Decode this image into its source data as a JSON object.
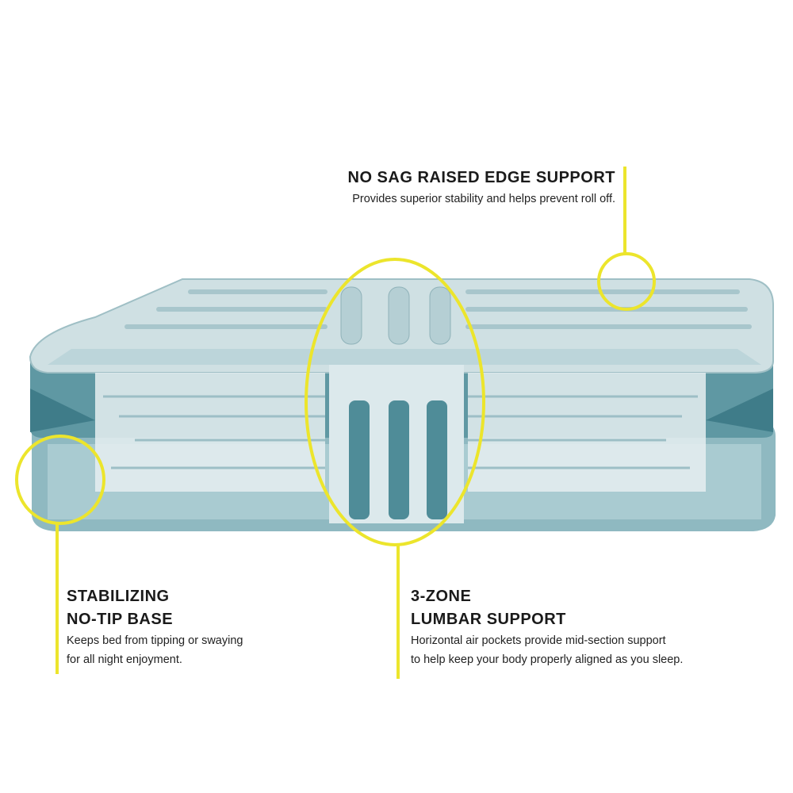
{
  "colors": {
    "highlight": "#ece52c",
    "mattress_top": "#cfe0e3",
    "mattress_side": "#5f98a3",
    "mattress_dark": "#3f7c89"
  },
  "callouts": [
    {
      "title_lines": [
        "NO SAG RAISED EDGE SUPPORT"
      ],
      "desc_lines": [
        "Provides superior stability and helps prevent roll off."
      ]
    },
    {
      "title_lines": [
        "STABILIZING",
        "NO-TIP BASE"
      ],
      "desc_lines": [
        "Keeps bed from tipping or swaying",
        "for all night enjoyment."
      ]
    },
    {
      "title_lines": [
        "3-ZONE",
        "LUMBAR SUPPORT"
      ],
      "desc_lines": [
        "Horizontal air pockets provide mid-section support",
        "to help keep your body properly aligned as you sleep."
      ]
    }
  ]
}
